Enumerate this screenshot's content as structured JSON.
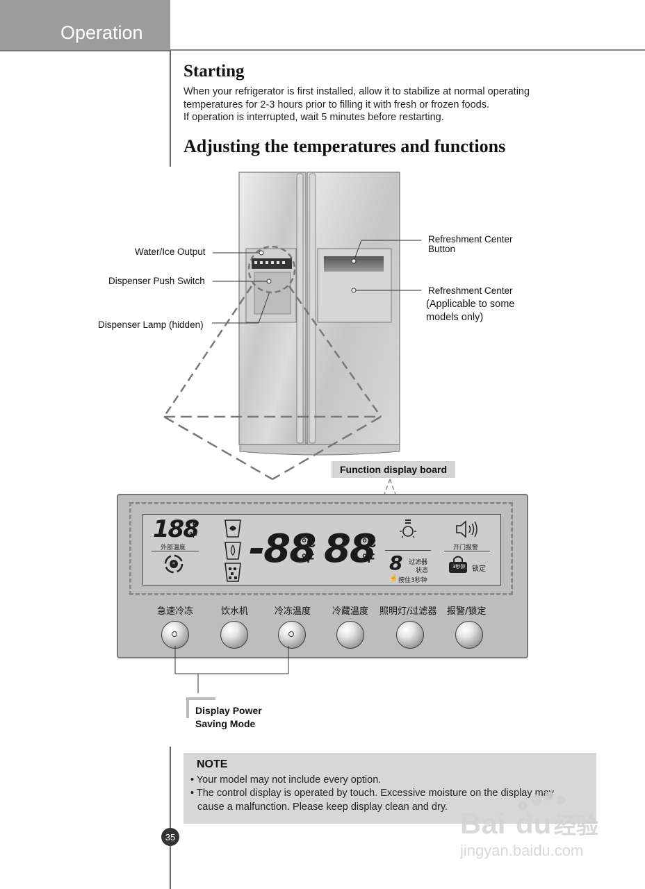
{
  "header": {
    "section": "Operation"
  },
  "starting": {
    "title": "Starting",
    "lines": [
      "When your refrigerator is first installed, allow it to stabilize at normal operating",
      "temperatures for 2-3 hours prior to filling it with fresh or frozen foods.",
      "If operation is interrupted, wait 5 minutes before restarting."
    ]
  },
  "adjusting": {
    "title": "Adjusting the temperatures and functions"
  },
  "callouts": {
    "water_ice": "Water/Ice Output",
    "push_switch": "Dispenser Push Switch",
    "lamp": "Dispenser Lamp (hidden)",
    "refresh_button_1": "Refreshment Center",
    "refresh_button_2": "Button",
    "refresh_center": "Refreshment Center",
    "applicable_1": "(Applicable to some",
    "applicable_2": "models only)"
  },
  "function_board": "Function display board",
  "display": {
    "outside_temp_digits": "188",
    "outside_temp_label": "外部温度",
    "celsius": "°C",
    "fahrenheit": "°F",
    "freezer_digits": "-88",
    "fridge_digits": "88",
    "filter_digit": "8",
    "filter_status_1": "过滤器",
    "filter_status_2": "状态",
    "hold_3s": "按住3秒钟",
    "door_alarm": "开门报警",
    "lock_3s": "3秒钟",
    "lock": "锁定"
  },
  "buttons": [
    "急速冷冻",
    "饮水机",
    "冷冻温度",
    "冷藏温度",
    "照明灯/过滤器",
    "报警/锁定"
  ],
  "display_power_saving": {
    "line1": "Display Power",
    "line2": "Saving Mode"
  },
  "note": {
    "title": "NOTE",
    "bullet1": "• Your model may not include every option.",
    "bullet2a": "• The control display is operated by touch. Excessive moisture on the display may",
    "bullet2b": "cause a malfunction. Please keep display clean and dry."
  },
  "page_number": "35",
  "watermark": {
    "brand": "Bai",
    "brand2": "du",
    "cn": "经验",
    "url": "jingyan.baidu.com"
  }
}
